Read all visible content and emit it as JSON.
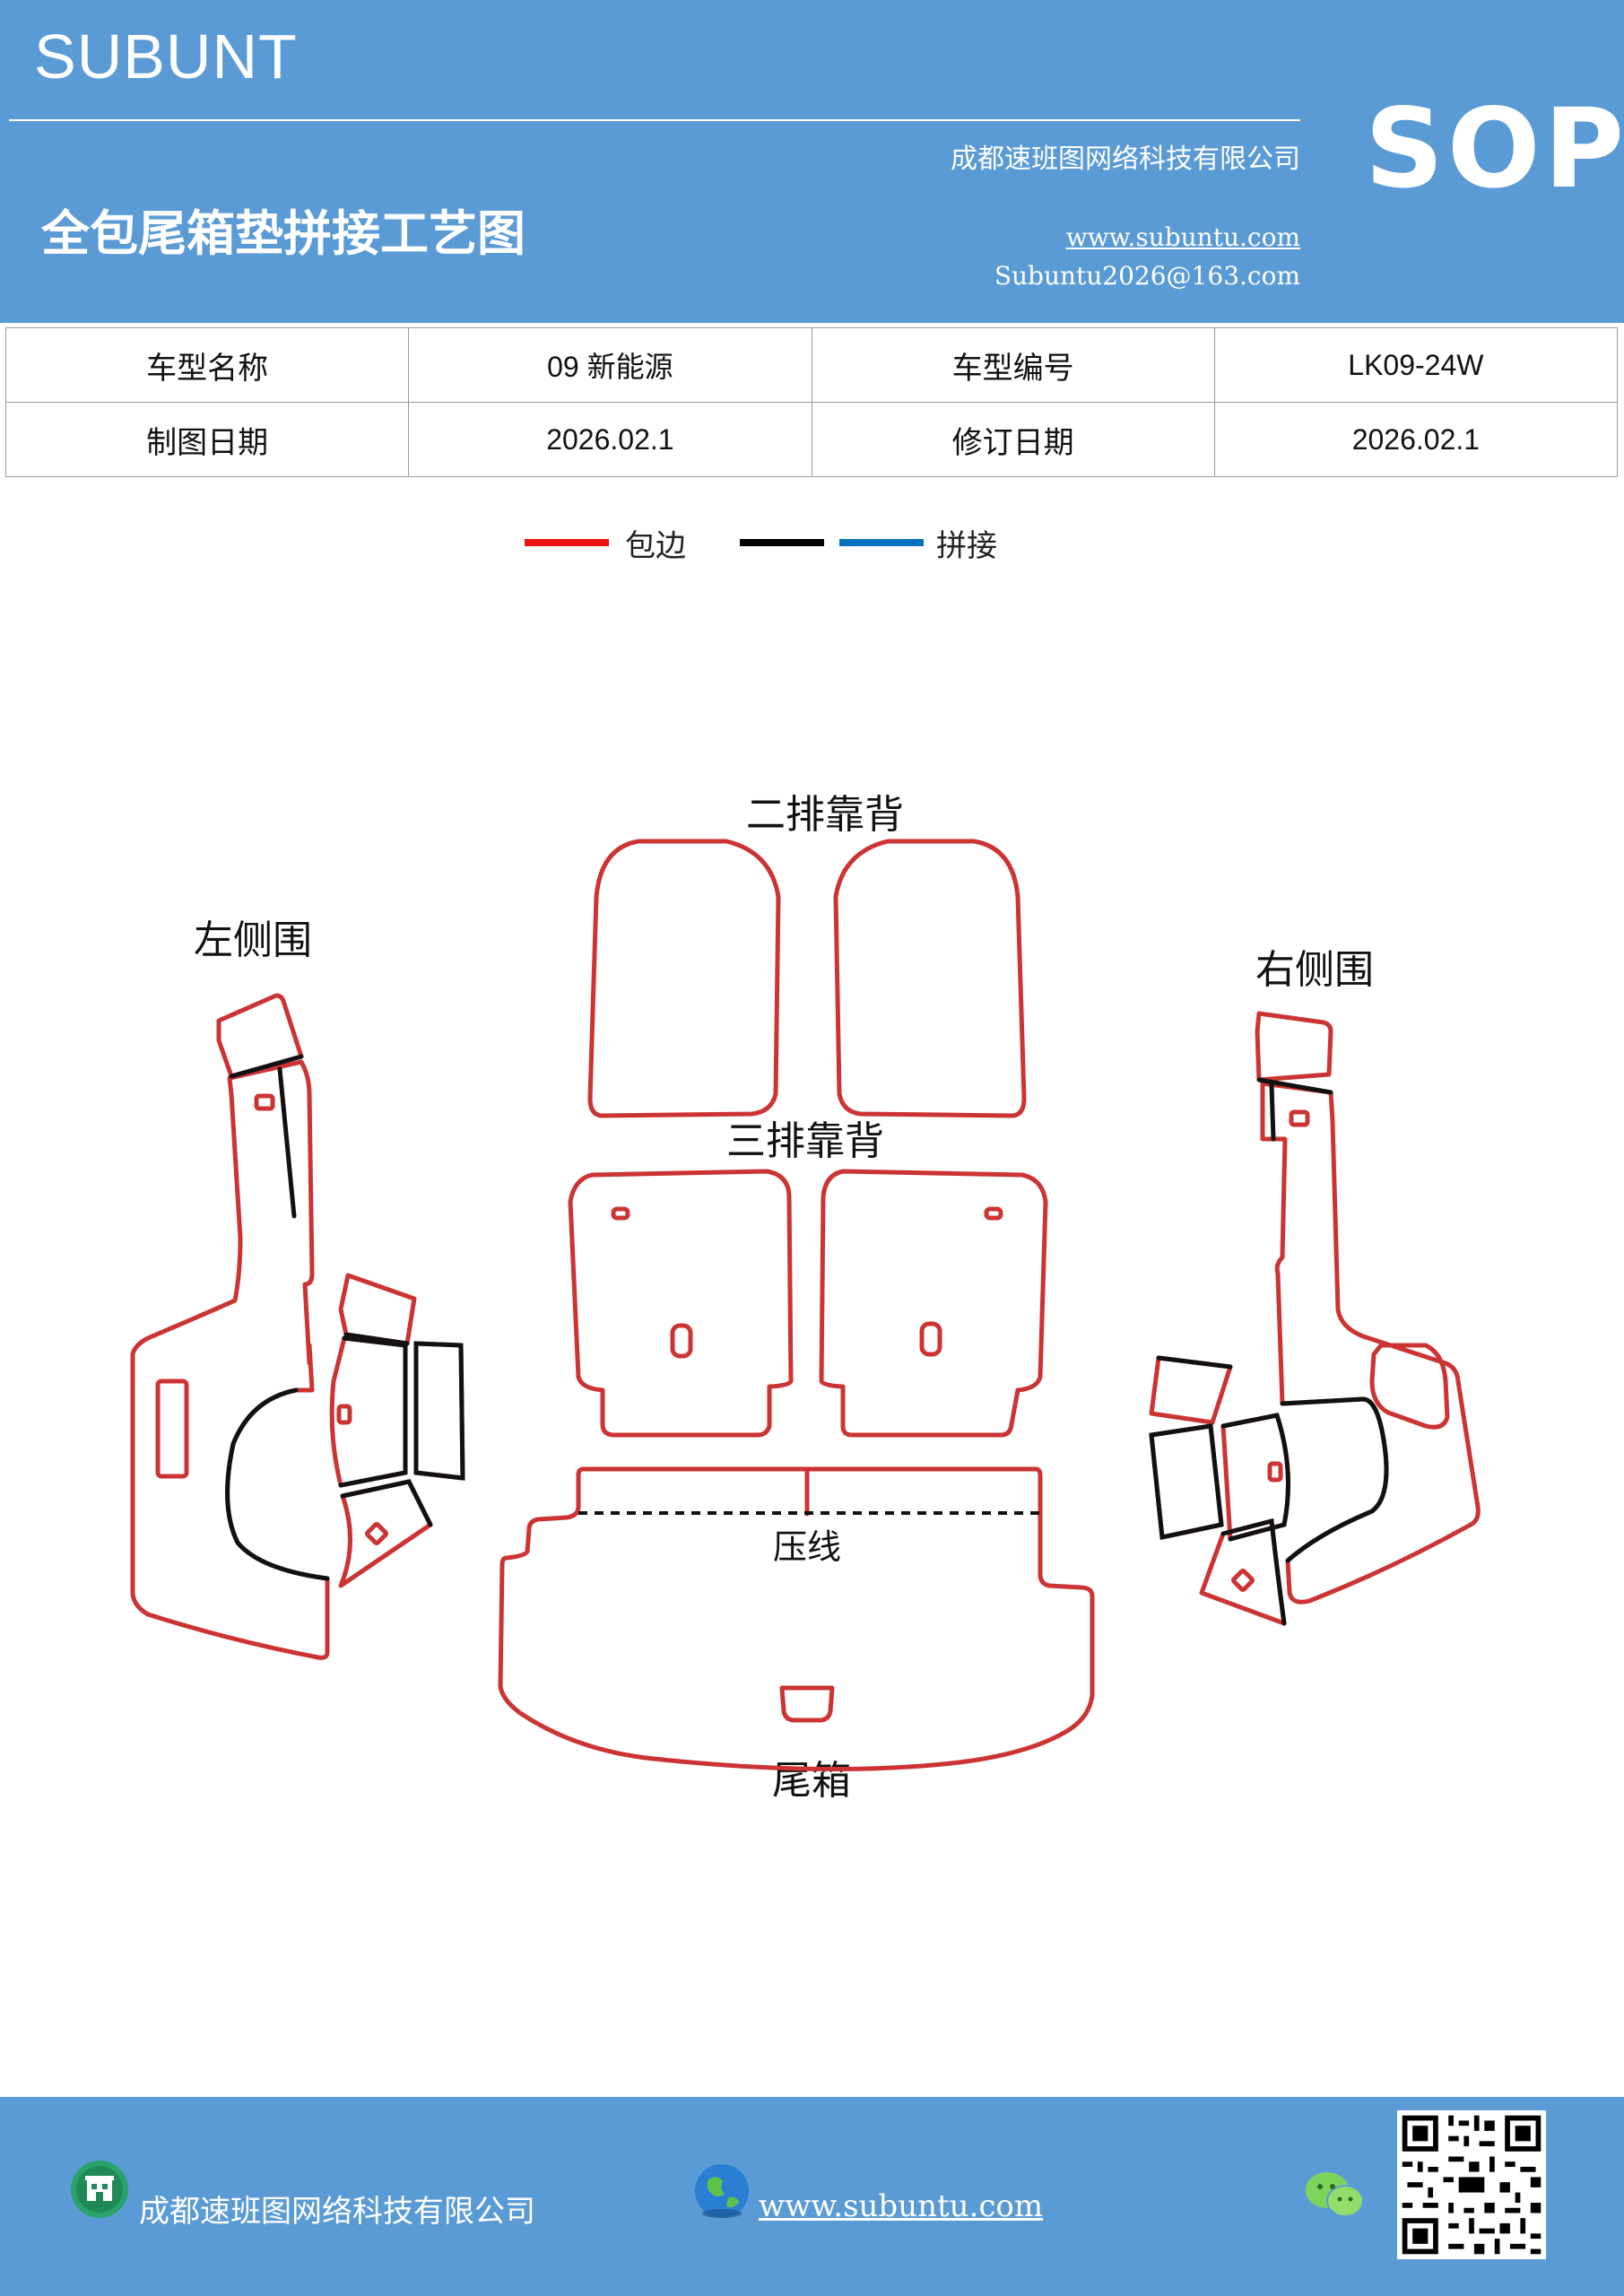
{
  "header": {
    "brand": "SUBUNT",
    "company": "成都速班图网络科技有限公司",
    "title": "全包尾箱垫拼接工艺图",
    "website": "www.subuntu.com",
    "email": "Subuntu2026@163.com",
    "badge": "SOP"
  },
  "info": {
    "row1": [
      "车型名称",
      "09 新能源",
      "车型编号",
      "LK09-24W"
    ],
    "row2": [
      "制图日期",
      "2026.02.1",
      "修订日期",
      "2026.02.1"
    ]
  },
  "legend": {
    "items": [
      {
        "label": "包边",
        "color": "#ee1111"
      },
      {
        "label": "",
        "color": "#000000"
      },
      {
        "label": "拼接",
        "color": "#0070c0"
      }
    ]
  },
  "diagram": {
    "labels": {
      "row2_back": "二排靠背",
      "row3_back": "三排靠背",
      "left_side": "左侧围",
      "right_side": "右侧围",
      "press_line": "压线",
      "trunk": "尾箱"
    },
    "edge_color": "#cc3333",
    "seam_color": "#111111"
  },
  "footer": {
    "company": "成都速班图网络科技有限公司",
    "website": "www.subuntu.com",
    "icons": [
      "building-icon",
      "globe-icon",
      "wechat-icon",
      "qr-code"
    ]
  }
}
